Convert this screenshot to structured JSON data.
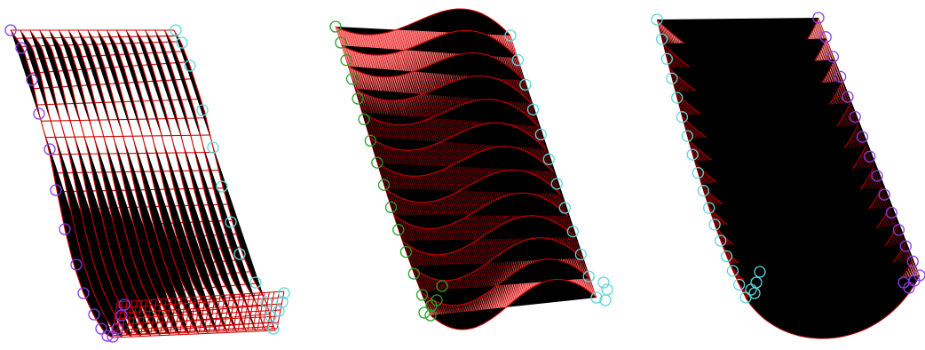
{
  "scene": {
    "description_free": true,
    "colors": {
      "background": "#ffffff",
      "mesh": "#cc0000",
      "mesh_dense": "#dd0000",
      "mesh_fill": "#ff2a2a",
      "control_purple": "#8a3ce6",
      "control_cyan": "#5fd6dc",
      "control_green": "#2aa02a"
    },
    "panels": [
      {
        "id": "panel-1",
        "style": "wireframe",
        "left_points": "purple",
        "right_points": "cyan"
      },
      {
        "id": "panel-2",
        "style": "dense-wave",
        "left_points": "green",
        "right_points": "cyan"
      },
      {
        "id": "panel-3",
        "style": "dense-trough",
        "left_points": "cyan",
        "right_points": "purple"
      }
    ]
  }
}
